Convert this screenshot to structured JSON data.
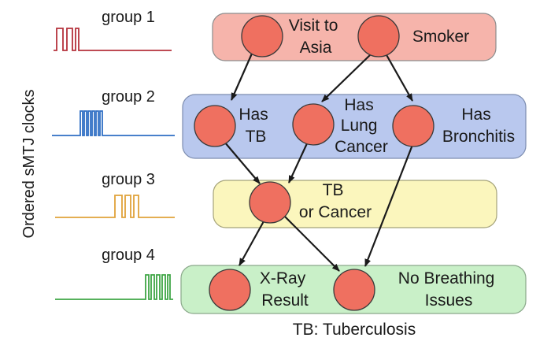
{
  "side_label": "Ordered sMTJ clocks",
  "footnote": "TB: Tuberculosis",
  "groups": [
    {
      "label": "group 1",
      "color": "#b5323c",
      "fill": "#f6b4ab",
      "stroke": "#8c8c8c"
    },
    {
      "label": "group 2",
      "color": "#2f6fc4",
      "fill": "#b9c8ee",
      "stroke": "#7d8db0"
    },
    {
      "label": "group 3",
      "color": "#e0a23a",
      "fill": "#fbf6bd",
      "stroke": "#a5a37a"
    },
    {
      "label": "group 4",
      "color": "#3fa646",
      "fill": "#c9f0c8",
      "stroke": "#8aa88a"
    }
  ],
  "node_color": "#ef7060",
  "nodes": {
    "asia": {
      "lines": [
        "Visit to",
        "Asia"
      ]
    },
    "smoker": {
      "lines": [
        "Smoker"
      ]
    },
    "tb": {
      "lines": [
        "Has",
        "TB"
      ]
    },
    "lung": {
      "lines": [
        "Has",
        "Lung",
        "Cancer"
      ]
    },
    "bronchitis": {
      "lines": [
        "Has",
        "Bronchitis"
      ]
    },
    "tbcancer": {
      "lines": [
        "TB",
        "or Cancer"
      ]
    },
    "xray": {
      "lines": [
        "X-Ray",
        "Result"
      ]
    },
    "breathing": {
      "lines": [
        "No Breathing",
        "Issues"
      ]
    }
  }
}
